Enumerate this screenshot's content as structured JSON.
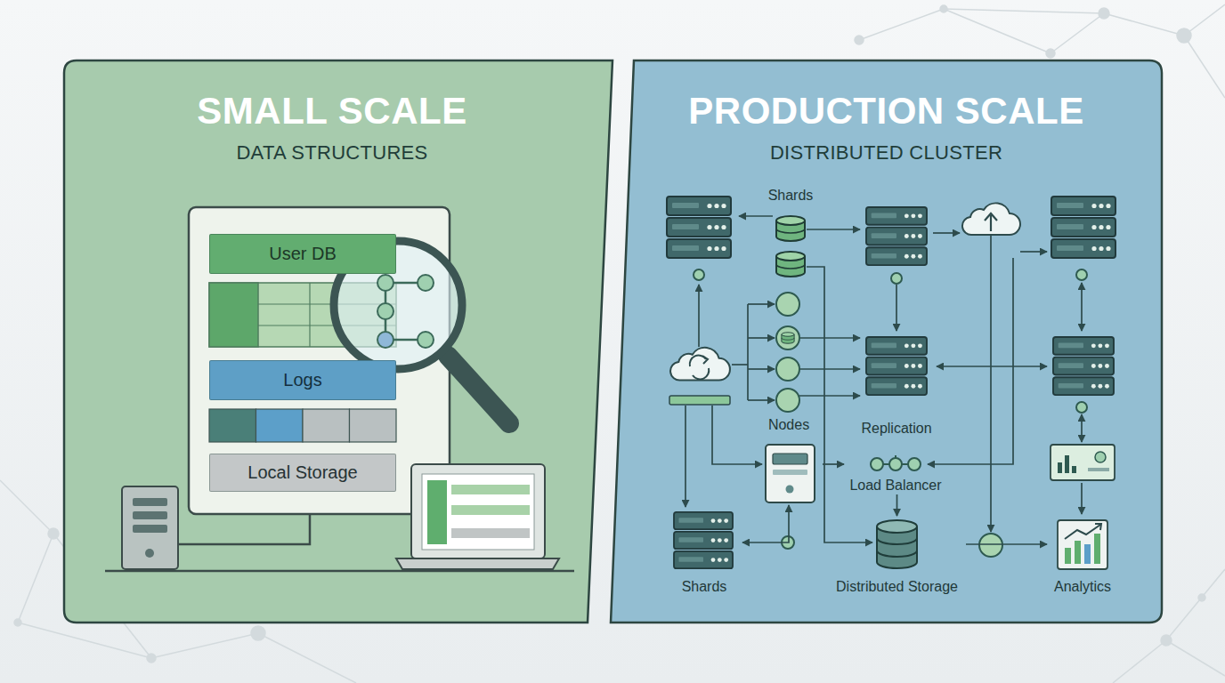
{
  "diagram": {
    "nodes": [
      {
        "text": [
          "SMALL SCALE",
          "DATA STRUCTURES"
        ]
      },
      {
        "text": [
          "User DB"
        ],
        "in": 0
      },
      {
        "text": [
          "Logs"
        ],
        "in": 0
      },
      {
        "text": [
          "Local Storage"
        ],
        "in": 0
      },
      {
        "text": [
          "PRODUCTION SCALE",
          "DISTRIBUTED CLUSTER"
        ]
      },
      {
        "text": [
          "Shards"
        ],
        "in": 4
      },
      {
        "text": [
          "Nodes"
        ],
        "in": 4
      },
      {
        "text": [
          "Replication"
        ],
        "in": 4
      },
      {
        "text": [
          "Load Balancer"
        ],
        "in": 4
      },
      {
        "text": [
          "Shards"
        ],
        "in": 4
      },
      {
        "text": [
          "Distributed Storage"
        ],
        "in": 4
      },
      {
        "text": [
          "Analytics"
        ],
        "in": 4
      }
    ],
    "edges": [
      {
        "from": 6,
        "to": 8,
        "arrow": "to"
      },
      {
        "from": 8,
        "to": 10,
        "arrow": "to"
      },
      {
        "from": 10,
        "to": 11,
        "arrow": "to"
      },
      {
        "from": 9,
        "to": 6,
        "arrow": "both"
      }
    ]
  }
}
